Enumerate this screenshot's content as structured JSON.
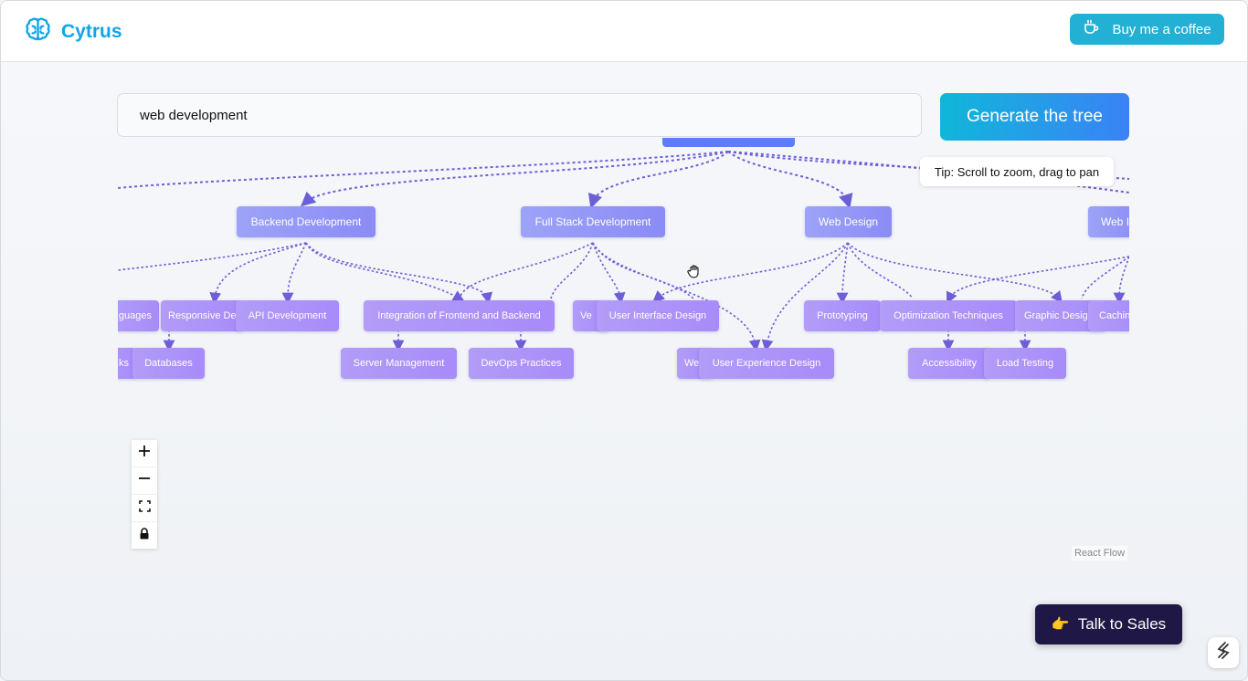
{
  "app": {
    "name": "Cytrus",
    "icon": "brain-icon",
    "brand_color": "#0ea5e9"
  },
  "header": {
    "coffee_label": "Buy me a coffee",
    "coffee_icon": "coffee-cup-icon",
    "coffee_color": "#22b1d4"
  },
  "search": {
    "value": "web development",
    "placeholder": ""
  },
  "generate": {
    "label": "Generate the tree"
  },
  "tip": {
    "text": "Tip: Scroll to zoom, drag to pan"
  },
  "tree": {
    "level1": [
      "Backend Development",
      "Full Stack Development",
      "Web Design",
      "Web I"
    ],
    "level2": [
      "guages",
      "Responsive De",
      "API Development",
      "Integration of Frontend and Backend",
      "Ve",
      "User Interface Design",
      "Prototyping",
      "Optimization Techniques",
      "Graphic Desig",
      "Cachin"
    ],
    "level3": [
      "ks",
      "Databases",
      "Server Management",
      "DevOps Practices",
      "We",
      "User Experience Design",
      "Accessibility",
      "Load Testing"
    ]
  },
  "controls": {
    "zoom_in_icon": "plus-icon",
    "zoom_out_icon": "minus-icon",
    "fit_view_icon": "fit-view-icon",
    "lock_icon": "lock-icon"
  },
  "attribution": "React Flow",
  "sales": {
    "label": "Talk to Sales",
    "icon": "pointing-hand-icon"
  },
  "colors": {
    "edge": "#6d5fd6",
    "node_level1": "#8b8bf5",
    "node_level2": "#a78bfa",
    "sales_bg": "#1f1846"
  }
}
